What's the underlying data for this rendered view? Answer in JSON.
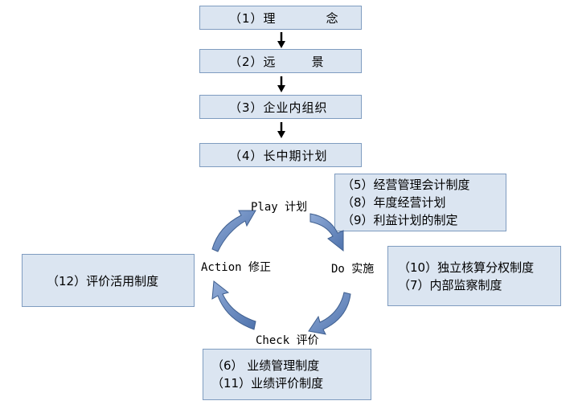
{
  "stages": {
    "s1_num": "（1）",
    "s1_a": "理",
    "s1_b": "念",
    "s2_num": "（2）",
    "s2_a": "远",
    "s2_b": "景",
    "s3": "（3）企业内组织",
    "s4": "（4）长中期计划"
  },
  "cycle": {
    "plan": "Play 计划",
    "do": "Do 实施",
    "check": "Check 评价",
    "action": "Action 修正"
  },
  "boxes": {
    "plan_lines": [
      "（5）经营管理会计制度",
      "（8）年度经营计划",
      "（9）利益计划的制定"
    ],
    "do_lines": [
      "（10）独立核算分权制度",
      "（7）内部监察制度"
    ],
    "check_lines": [
      "（6）  业绩管理制度",
      "（11）业绩评价制度"
    ],
    "action_line": "（12）评价活用制度"
  },
  "colors": {
    "box_fill": "#dbe5f1",
    "box_border": "#7f9cc0",
    "cycle_arrow_fill": "#6f8fc4",
    "cycle_arrow_stroke": "#3f5f8f"
  }
}
